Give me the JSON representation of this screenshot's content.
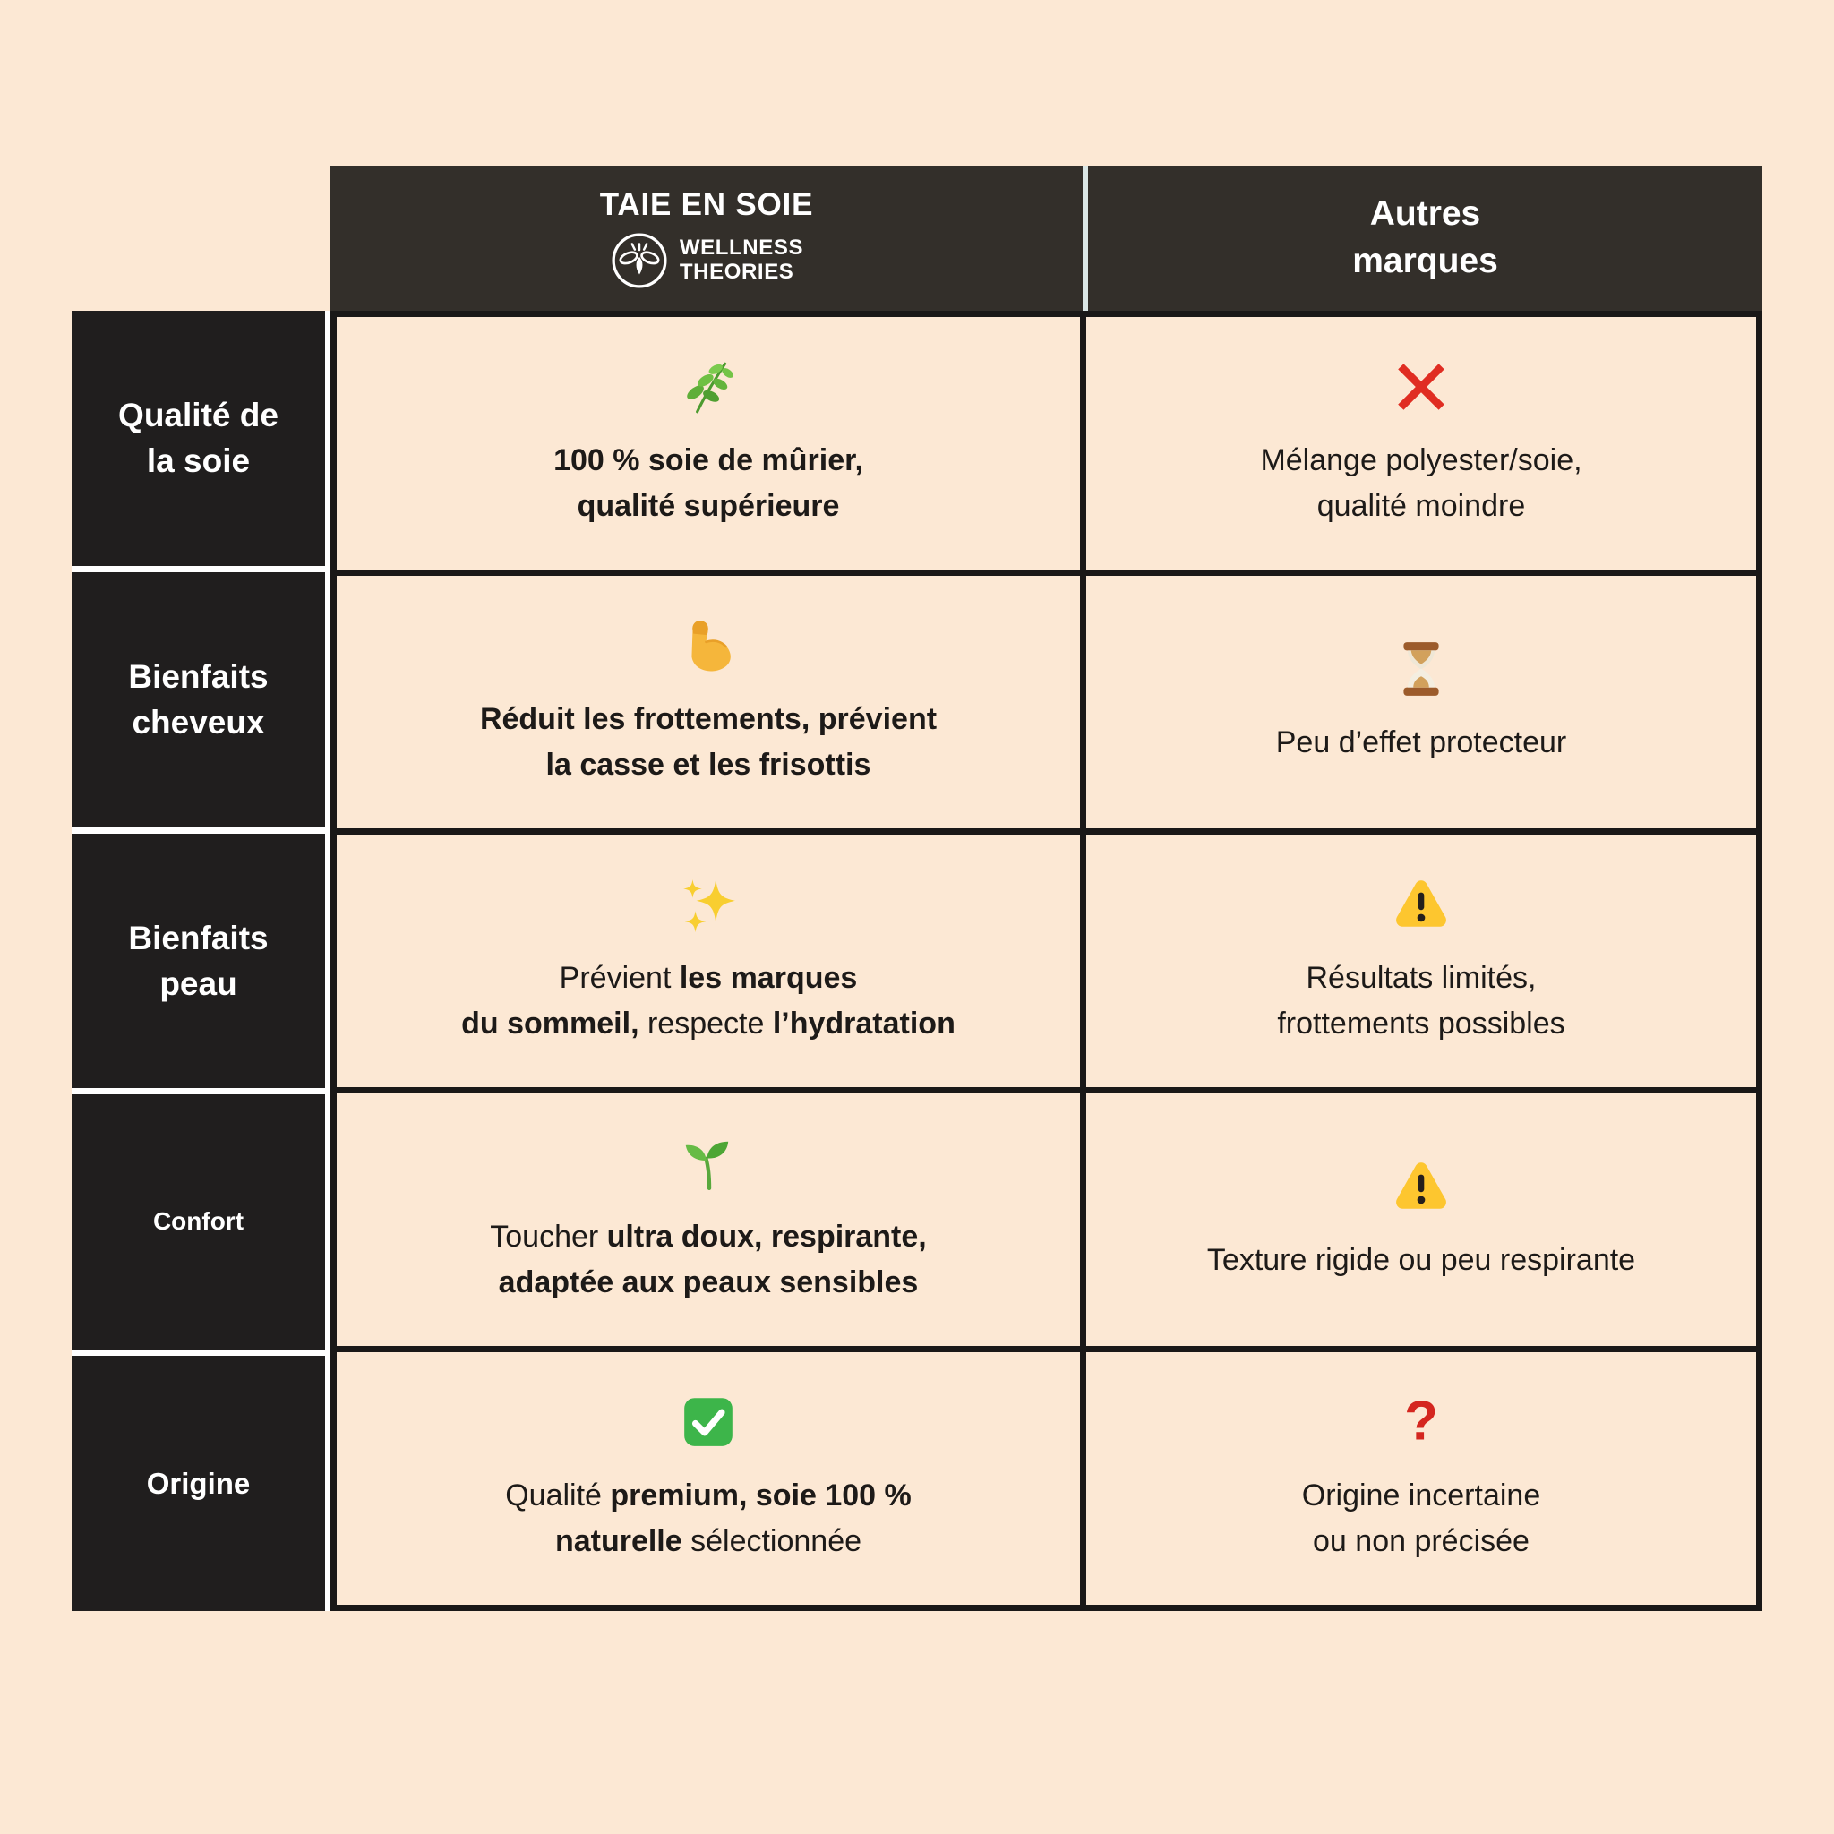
{
  "colors": {
    "background": "#fce8d4",
    "header_bg": "#332f2a",
    "label_bg": "#201e1e",
    "cell_bg": "#fce8d4",
    "grid_border": "#1a1817",
    "header_divider": "#dbe7e5",
    "label_gap": "#ffffff",
    "text_dark": "#1d1a18",
    "text_light": "#ffffff",
    "cross_red": "#e02d22",
    "question_red": "#d4261f",
    "warning_yellow": "#fdc62f",
    "check_green": "#3db54a"
  },
  "header": {
    "brand_column": {
      "title": "TAIE EN SOIE",
      "logo_icon": "bee-logo",
      "brand_line1": "WELLNESS",
      "brand_line2": "THEORIES"
    },
    "other_column": {
      "line1": "Autres",
      "line2": "marques"
    }
  },
  "rows": [
    {
      "label": "Qualité de\nla soie",
      "brand": {
        "icon": "herb",
        "segments": [
          {
            "text": "100 % soie de mûrier,\nqualité supérieure",
            "bold": true
          }
        ]
      },
      "other": {
        "icon": "cross",
        "segments": [
          {
            "text": "Mélange polyester/soie,\nqualité moindre",
            "bold": false
          }
        ]
      }
    },
    {
      "label": "Bienfaits\ncheveux",
      "brand": {
        "icon": "biceps",
        "segments": [
          {
            "text": "Réduit les frottements, prévient\nla casse et les frisottis",
            "bold": true
          }
        ]
      },
      "other": {
        "icon": "hourglass",
        "segments": [
          {
            "text": "Peu d’effet protecteur",
            "bold": false
          }
        ]
      }
    },
    {
      "label": "Bienfaits\npeau",
      "brand": {
        "icon": "sparkles",
        "segments": [
          {
            "text": "Prévient ",
            "bold": false
          },
          {
            "text": "les marques\ndu sommeil,",
            "bold": true
          },
          {
            "text": " respecte ",
            "bold": false
          },
          {
            "text": "l’hydratation",
            "bold": true
          }
        ]
      },
      "other": {
        "icon": "warning",
        "segments": [
          {
            "text": "Résultats limités,\nfrottements possibles",
            "bold": false
          }
        ]
      }
    },
    {
      "label": "Confort",
      "brand": {
        "icon": "seedling",
        "segments": [
          {
            "text": "Toucher ",
            "bold": false
          },
          {
            "text": "ultra doux, respirante,\nadaptée aux peaux sensibles",
            "bold": true
          }
        ]
      },
      "other": {
        "icon": "warning",
        "segments": [
          {
            "text": "Texture rigide ou peu respirante",
            "bold": false
          }
        ]
      }
    },
    {
      "label": "Origine",
      "brand": {
        "icon": "check",
        "segments": [
          {
            "text": "Qualité ",
            "bold": false
          },
          {
            "text": "premium, soie 100 %\nnaturelle",
            "bold": true
          },
          {
            "text": " sélectionnée",
            "bold": false
          }
        ]
      },
      "other": {
        "icon": "question",
        "segments": [
          {
            "text": "Origine incertaine\nou non précisée",
            "bold": false
          }
        ]
      }
    }
  ]
}
